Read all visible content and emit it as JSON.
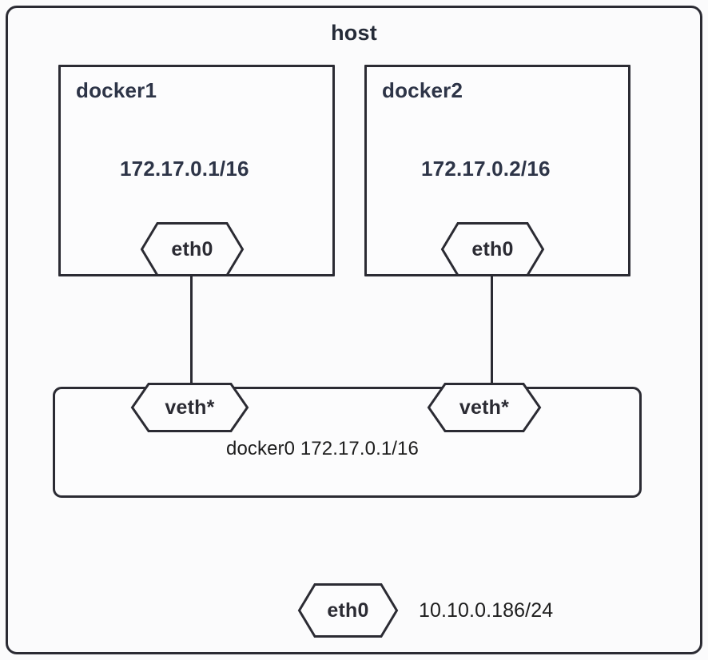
{
  "diagram": {
    "title": "host",
    "type": "docker-bridge-network",
    "colors": {
      "stroke": "#2b2b33",
      "box_fill": "#fcfcfd",
      "canvas": "#fbfbfc",
      "bold_text": "#2d3447",
      "plain_text": "#1d1d1d"
    }
  },
  "host": {
    "label": "host",
    "eth0": {
      "name": "eth0",
      "ip": "10.10.0.186/24"
    }
  },
  "containers": [
    {
      "name": "docker1",
      "ip": "172.17.0.1/16",
      "interface": "eth0"
    },
    {
      "name": "docker2",
      "ip": "172.17.0.2/16",
      "interface": "eth0"
    }
  ],
  "bridge": {
    "label": "docker0 172.17.0.1/16",
    "name": "docker0",
    "ip": "172.17.0.1/16",
    "veth_left": "veth*",
    "veth_right": "veth*"
  }
}
